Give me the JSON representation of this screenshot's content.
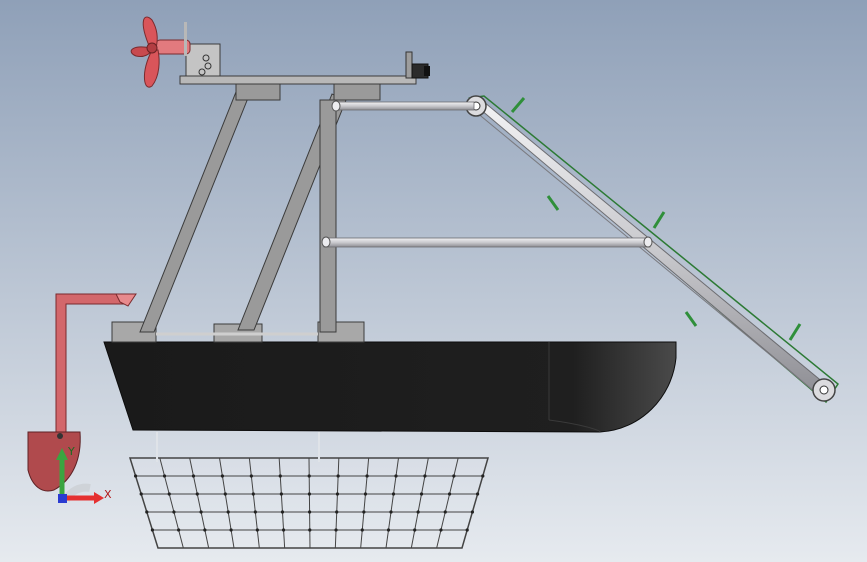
{
  "viewport": {
    "background_top": "#8fa0b8",
    "background_bottom": "#e6eaef"
  },
  "model": {
    "parts": [
      "propeller",
      "motor-mount-plate",
      "camera",
      "upper-deck-bar",
      "support-frame",
      "cross-tube-upper",
      "cross-tube-lower",
      "conveyor-boom",
      "conveyor-paddles",
      "rudder-arm",
      "rudder",
      "hull",
      "collection-net"
    ],
    "colors": {
      "hull": "#1b1b1b",
      "frame": "#9a9a9a",
      "tube": "#d9d9dc",
      "paddle": "#2f8f3a",
      "propeller": "#d9555a",
      "rudder": "#b04a4d",
      "net": "#444444"
    }
  },
  "triad": {
    "x_label": "X",
    "y_label": "Y",
    "x_color": "#e53030",
    "y_color": "#3aa540",
    "z_color": "#2a3bd1"
  }
}
